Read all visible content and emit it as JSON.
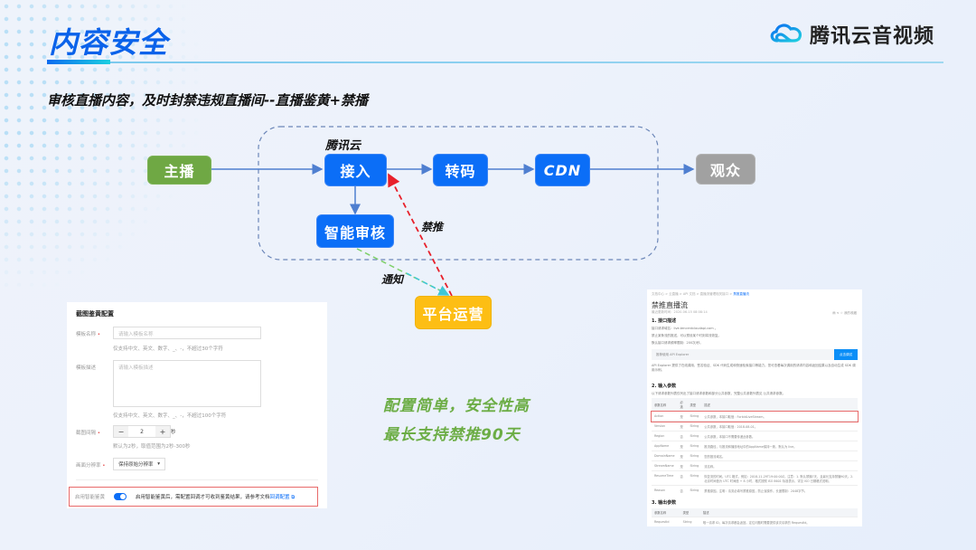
{
  "header": {
    "title": "内容安全",
    "brand": "腾讯云音视频",
    "brand_logo_icon": "tencent-cloud-logo-icon",
    "subtitle": "审核直播内容，及时封禁违规直播间--直播鉴黄+禁播"
  },
  "diagram": {
    "cloud_label": "腾讯云",
    "nodes": {
      "anchor": "主播",
      "ingest": "接入",
      "transcode": "转码",
      "cdn": "CDN",
      "audience": "观众",
      "smart_review": "智能审核",
      "platform_ops": "平台运营"
    },
    "edge_labels": {
      "ban_push": "禁推",
      "notify": "通知"
    },
    "colors": {
      "blue_node": "#0b6ef7",
      "green_node": "#6fa844",
      "gray_node": "#a1a1a1",
      "yellow_node": "#fdbe14",
      "ban_edge": "#e8202a",
      "notify_edge": "#3ec7d6"
    }
  },
  "form": {
    "title": "截图鉴黄配置",
    "template_name_label": "模板名称",
    "template_name_placeholder": "请输入模板名称",
    "template_name_hint": "仅支持中文、英文、数字、_、-，不超过30个字符",
    "template_desc_label": "模板描述",
    "template_desc_placeholder": "请输入模板描述",
    "template_desc_hint": "仅支持中文、英文、数字、_、-，不超过100个字符",
    "interval_label": "截图间隔",
    "interval_value": "2",
    "interval_unit": "秒",
    "interval_hint": "默认为2秒，取值范围为2秒-300秒",
    "resolution_label": "画面分辨率",
    "resolution_value": "保持原始分辨率",
    "smart_label": "启用智能鉴黄",
    "smart_enabled": true,
    "smart_text": "启用智能鉴黄后，需配置回调才可收到鉴黄结果，请参考文档",
    "smart_link": "回调配置"
  },
  "slogans": [
    "配置简单，安全性高",
    "最长支持禁推90天"
  ],
  "doc": {
    "breadcrumb": [
      "文档中心",
      "云直播",
      "API 文档",
      "直播流管理相关接口"
    ],
    "breadcrumb_current": "禁推直播流",
    "title": "禁推直播流",
    "meta": "最近更新时间：2020-06-15 08:08:14",
    "tools": "我的收藏",
    "s1_title": "1. 接口描述",
    "s1_lines": [
      "接口请求域名：live.tencentcloudapi.com 。",
      "禁止某条流的推送，可以预设某个时刻将流恢复。",
      "默认接口请求频率限制：200次/秒。"
    ],
    "explorer_text": "推荐使用 API Explorer",
    "explorer_button": "点击调试",
    "explorer_desc": "API Explorer 提供了在线调用、签名验证、SDK 代码生成和快速检索接口等能力。您可查看每次调用的请求内容和返回结果以及自动生成 SDK 调用示例。",
    "s2_title": "2. 输入参数",
    "s2_desc": "以下请求参数列表仅列出了接口请求参数和部分公共参数，完整公共参数列表见 公共请求参数。",
    "input_headers": [
      "参数名称",
      "必选",
      "类型",
      "描述"
    ],
    "input_rows": [
      [
        "Action",
        "是",
        "String",
        "公共参数，本接口取值：ForbidLiveStream。"
      ],
      [
        "Version",
        "是",
        "String",
        "公共参数，本接口取值：2018-08-01。"
      ],
      [
        "Region",
        "否",
        "String",
        "公共参数，本接口不需要传递此参数。"
      ],
      [
        "AppName",
        "是",
        "String",
        "推流路径，与推流和播放地址中的AppName保持一致，默认为 live。"
      ],
      [
        "DomainName",
        "是",
        "String",
        "您的推流域名。"
      ],
      [
        "StreamName",
        "是",
        "String",
        "流名称。"
      ],
      [
        "ResumeTime",
        "否",
        "String",
        "恢复流的时间。UTC 格式，例如：2018-11-29T19:00:00Z。注意：1. 默认禁播7天，且最长支持禁播90天。2. 北京时间值为 UTC 时间值 + 8 小时，格式按照 ISO 8601 标准表示，详见 ISO 日期格式说明。"
      ],
      [
        "Reason",
        "否",
        "String",
        "禁推原因。注明：请务必填写禁推原因，防止误操作。长度限制：2048字节。"
      ]
    ],
    "s3_title": "3. 输出参数",
    "output_headers": [
      "参数名称",
      "类型",
      "描述"
    ],
    "output_rows": [
      [
        "RequestId",
        "String",
        "唯一请求 ID，每次请求都会返回。定位问题时需要提供该次请求的 RequestId。"
      ]
    ]
  }
}
